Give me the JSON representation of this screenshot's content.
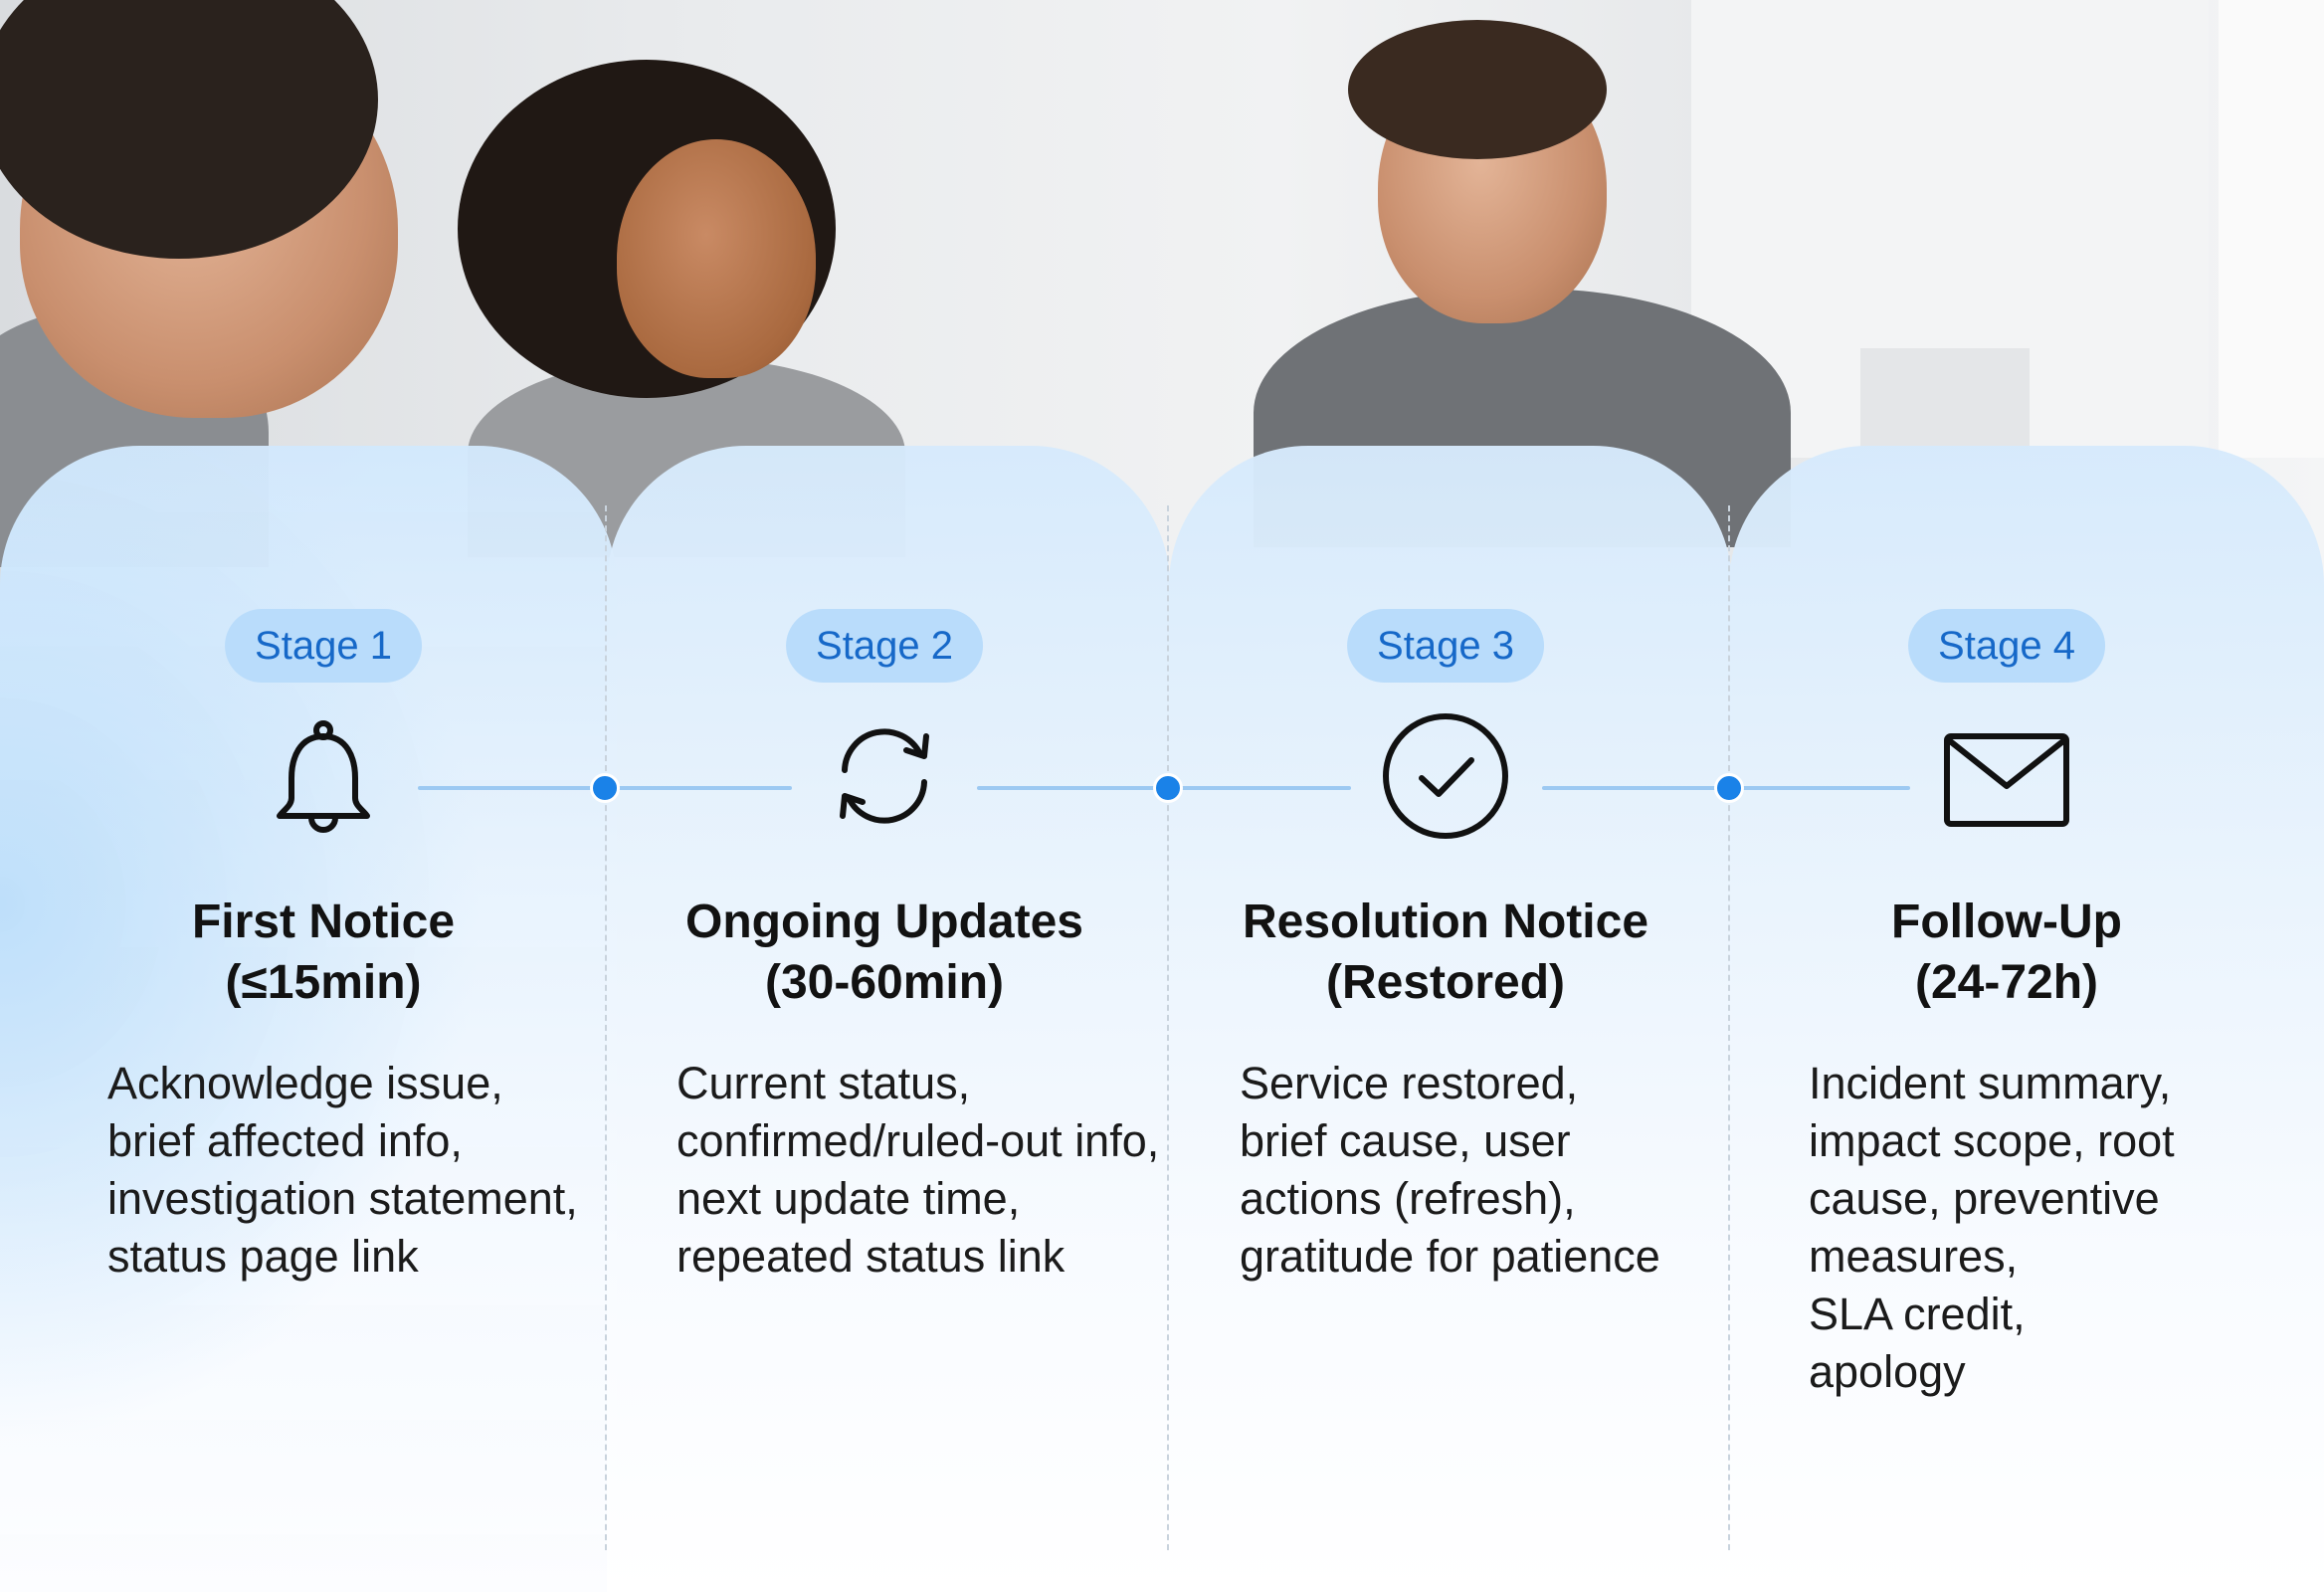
{
  "stages": [
    {
      "badge": "Stage 1",
      "icon": "bell-icon",
      "title_line1": "First Notice",
      "title_line2": "(≤15min)",
      "desc_lines": [
        "Acknowledge issue,",
        "brief affected info,",
        "investigation statement,",
        "status page link"
      ]
    },
    {
      "badge": "Stage 2",
      "icon": "refresh-icon",
      "title_line1": "Ongoing Updates",
      "title_line2": "(30-60min)",
      "desc_lines": [
        "Current status,",
        "confirmed/ruled-out info,",
        "next update time,",
        "repeated status link"
      ]
    },
    {
      "badge": "Stage 3",
      "icon": "check-circle-icon",
      "title_line1": "Resolution Notice",
      "title_line2": "(Restored)",
      "desc_lines": [
        "Service restored,",
        "brief cause, user",
        "actions (refresh),",
        "gratitude for patience"
      ]
    },
    {
      "badge": "Stage 4",
      "icon": "envelope-icon",
      "title_line1": "Follow-Up",
      "title_line2": "(24-72h)",
      "desc_lines": [
        "Incident summary,",
        "impact scope, root",
        "cause, preventive",
        "measures,",
        "SLA credit,",
        "apology"
      ]
    }
  ],
  "colors": {
    "accent": "#1a82e8",
    "badge_bg": "#b9dcfb",
    "badge_text": "#1668c8",
    "track": "#9cc9f2",
    "title": "#121212"
  }
}
